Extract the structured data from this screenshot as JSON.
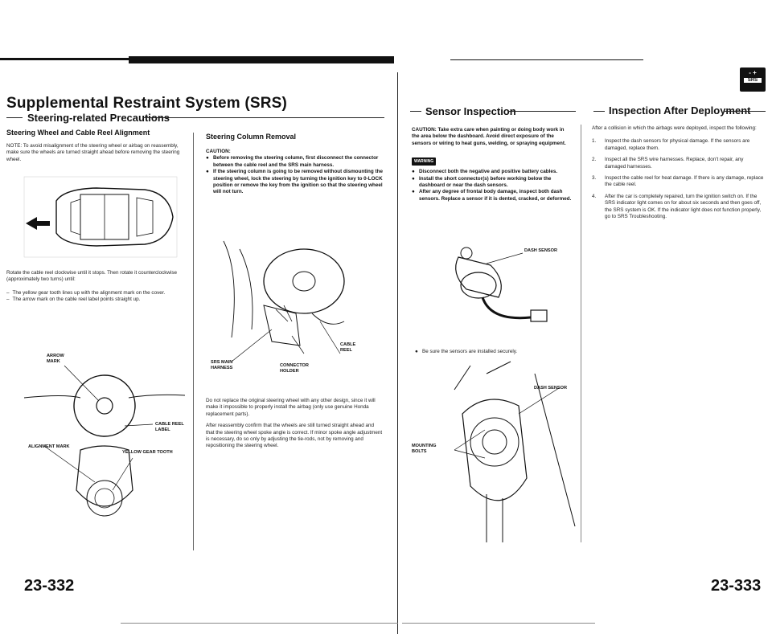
{
  "header": {
    "title": "Supplemental Restraint System (SRS)",
    "subtitle": "Steering-related Precautions"
  },
  "left_page": {
    "section_a": {
      "heading": "Steering Wheel and Cable Reel Alignment",
      "note": "NOTE:  To avoid misalignment of the steering wheel or airbag on reassembly, make sure the wheels are turned straight ahead before removing the steering wheel.",
      "rotate_text": "Rotate the cable reel clockwise until it stops. Then rotate it counterclockwise (approximately two turns) until:",
      "dash_items": [
        "The yellow gear tooth lines up with the alignment mark on the cover.",
        "The arrow mark on the cable reel label points straight up."
      ],
      "labels": {
        "arrow_mark": "ARROW MARK",
        "cable_reel_label": "CABLE REEL LABEL",
        "alignment_mark": "ALIGNMENT MARK",
        "yellow_gear_tooth": "YELLOW GEAR TOOTH"
      }
    },
    "section_b": {
      "heading": "Steering Column Removal",
      "caution_label": "CAUTION:",
      "caution_items": [
        "Before removing the steering column, first disconnect the connector between the cable reel and the SRS main harness.",
        "If the steering column is going to be removed without dismounting the steering wheel, lock the steering by turning the ignition key to 0-LOCK position or remove the key from the ignition so that the steering wheel will not turn."
      ],
      "labels": {
        "srs_main_harness": "SRS MAIN HARNESS",
        "connector_holder": "CONNECTOR HOLDER",
        "cable_reel": "CABLE REEL"
      },
      "para1": "Do not replace the original steering wheel with any other design, since it will make it impossible to properly install the airbag (only use genuine Honda replacement parts).",
      "para2": "After reassembly confirm that the wheels are still turned straight ahead and that the steering wheel spoke angle is correct. If minor spoke angle adjustment is necessary, do so only by adjusting the tie-rods, not by removing and repositioning the steering wheel."
    },
    "page_number": "23-332"
  },
  "right_page": {
    "sensor_inspection": {
      "title": "Sensor Inspection",
      "caution": "CAUTION:  Take extra care when painting or doing body work in the area below the dashboard. Avoid direct exposure of the sensors or wiring to heat guns, welding, or spraying equipment.",
      "warning_badge": "WARNING",
      "warning_items": [
        "Disconnect both the negative and positive battery cables.",
        "Install the short connector(s) before working below the dashboard or near the dash sensors.",
        "After any degree of frontal body damage, inspect both dash sensors. Replace a sensor if it is dented, cracked, or deformed."
      ],
      "dash_sensor_label": "DASH SENSOR",
      "install_note": "Be sure the sensors are installed securely.",
      "dash_sensor_label2": "DASH SENSOR",
      "mounting_bolts": "MOUNTING BOLTS"
    },
    "after_deployment": {
      "title": "Inspection After Deployment",
      "intro": "After a collision in which the airbags were deployed, inspect the following:",
      "items": [
        {
          "n": "1.",
          "text": "Inspect the dash sensors for physical damage. If the sensors are damaged, replace them."
        },
        {
          "n": "2.",
          "text": "Inspect all the SRS wire harnesses. Replace, don't repair, any damaged harnesses."
        },
        {
          "n": "3.",
          "text": "Inspect the cable reel for heat damage. If there is any damage, replace the cable reel."
        },
        {
          "n": "4.",
          "text": "After the car is completely repaired, turn the ignition switch on. If the SRS indicator light comes on for about six seconds and then goes off, the SRS system is OK. If the indicator light does not function properly, go to SRS Troubleshooting."
        }
      ]
    },
    "battery_icon": {
      "plus_minus": "- +",
      "text": "SRS"
    },
    "page_number": "23-333"
  },
  "colors": {
    "ink": "#111111",
    "paper": "#ffffff",
    "rule": "#222222"
  }
}
